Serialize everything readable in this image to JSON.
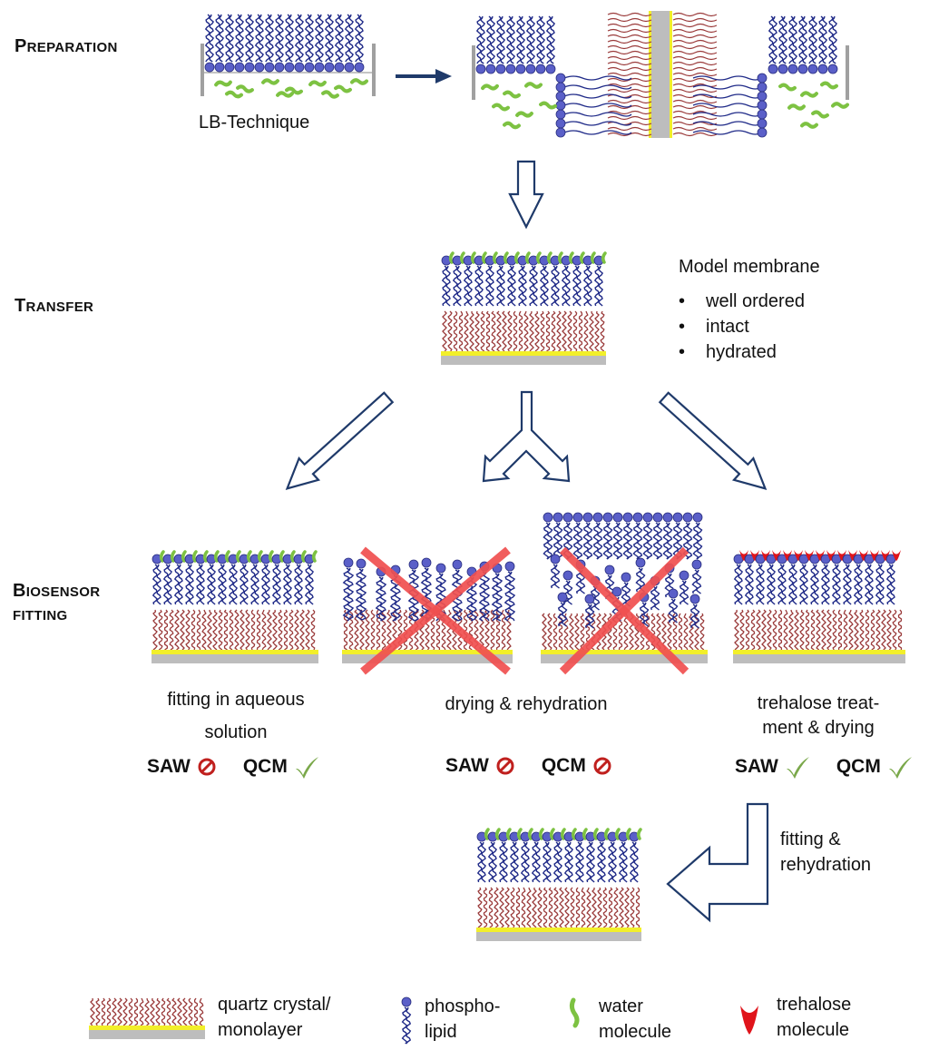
{
  "stages": {
    "preparation": {
      "first": "P",
      "rest": "REPARATION"
    },
    "transfer": {
      "first": "T",
      "rest": "RANSFER"
    },
    "biosensor": {
      "first": "B",
      "rest": "IOSENSOR",
      "line2": "FITTING"
    }
  },
  "preparation": {
    "technique_label": "LB-Technique"
  },
  "transfer": {
    "title": "Model membrane",
    "bullets": [
      {
        "bullet": "•",
        "text": "well ordered"
      },
      {
        "bullet": "•",
        "text": "intact"
      },
      {
        "bullet": "•",
        "text": "hydrated"
      }
    ]
  },
  "fitting": {
    "aqueous": {
      "line1": "fitting in aqueous",
      "line2": "solution",
      "saw": "SAW",
      "qcm": "QCM",
      "saw_status": "fail",
      "qcm_status": "ok"
    },
    "drying": {
      "line1": "drying & rehydration",
      "saw": "SAW",
      "qcm": "QCM",
      "saw_status": "fail",
      "qcm_status": "fail"
    },
    "trehalose": {
      "line1": "trehalose treat-",
      "line2": "ment & drying",
      "saw": "SAW",
      "qcm": "QCM",
      "saw_status": "ok",
      "qcm_status": "ok"
    }
  },
  "final": {
    "line1": "fitting &",
    "line2": "rehydration"
  },
  "legend": [
    {
      "icon": "quartz-crystal-monolayer-icon",
      "line1": "quartz crystal/",
      "line2": "monolayer"
    },
    {
      "icon": "phospholipid-icon",
      "line1": "phospho-",
      "line2": "lipid"
    },
    {
      "icon": "water-molecule-icon",
      "line1": "water",
      "line2": "molecule"
    },
    {
      "icon": "trehalose-molecule-icon",
      "line1": "trehalose",
      "line2": "molecule"
    }
  ],
  "colors": {
    "lipid_head": "#5a5fc8",
    "lipid_tail": "#1f2a88",
    "monolayer_tail": "#9a3a3a",
    "gold": "#f2ef2a",
    "substrate": "#bdbdbd",
    "water": "#7dc242",
    "trehalose": "#e0141b",
    "arrow": "#1f3a6a",
    "cross": "#f05050",
    "check": "#7aa84a",
    "fail": "#c0201e"
  }
}
